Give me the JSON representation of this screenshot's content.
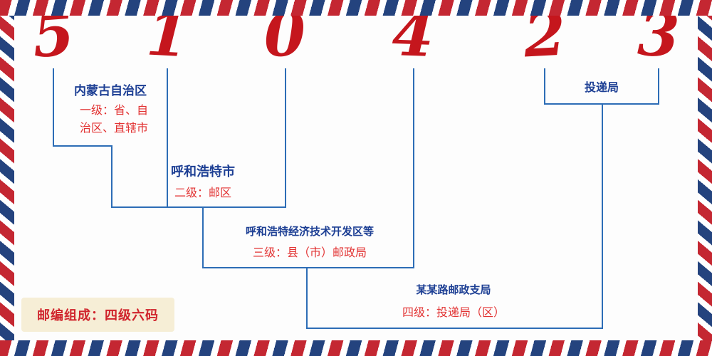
{
  "code": {
    "digits": [
      "5",
      "1",
      "0",
      "4",
      "2",
      "3"
    ]
  },
  "levels": [
    {
      "name": "内蒙古自治区",
      "desc": "一级：省、自治区、直辖市"
    },
    {
      "name": "呼和浩特市",
      "desc": "二级：邮区"
    },
    {
      "name": "呼和浩特经济技术开发区等",
      "desc": "三级：县（市）邮政局"
    },
    {
      "name": "某某路邮政支局",
      "desc": "四级：投递局（区）"
    },
    {
      "name": "投递局"
    }
  ],
  "footer": {
    "composition": "邮编组成：四级六码"
  },
  "colors": {
    "digit_red": "#c5161d",
    "line_blue": "#2d6db6",
    "label_blue": "#1d3f94",
    "label_red": "#e23333",
    "stripe_red": "#c42732",
    "stripe_blue": "#24437e",
    "badge_bg": "#f6eed6",
    "badge_text": "#d0242c",
    "background": "#fdfdfd"
  }
}
